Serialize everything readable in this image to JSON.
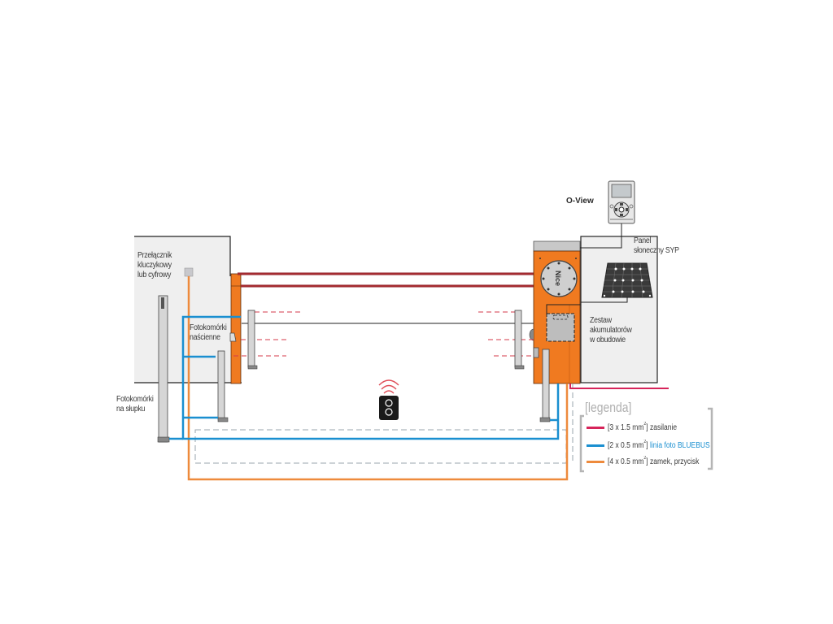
{
  "labels": {
    "key_switch": [
      "Przełącznik",
      "kluczykowy",
      "lub cyfrowy"
    ],
    "wall_photocells": [
      "Fotokomórki",
      "naścienne"
    ],
    "post_photocells": [
      "Fotokomórki",
      "na słupku"
    ],
    "o_view": "O-View",
    "solar_panel": [
      "Panel",
      "słoneczny SYP"
    ],
    "battery_kit": [
      "Zestaw",
      "akumulatorów",
      "w obudowie"
    ],
    "barrier_brand": "Nice"
  },
  "legend": {
    "title": "[legenda]",
    "items": [
      {
        "spec": "[3 x 1.5 mm",
        "sup": "2",
        "spec_end": "]",
        "desc": "zasilanie",
        "desc_color": "#3a3a3a",
        "color": "#d6245a",
        "name": "power"
      },
      {
        "spec": "[2 x 0.5 mm",
        "sup": "2",
        "spec_end": "]",
        "desc": "linia foto BLUEBUS",
        "desc_color": "#1a8fd0",
        "color": "#1a8fd0",
        "name": "bluebus"
      },
      {
        "spec": "[4 x 0.5 mm",
        "sup": "2",
        "spec_end": "]",
        "desc": "zamek, przycisk",
        "desc_color": "#3a3a3a",
        "color": "#ee8a3c",
        "name": "lock-button"
      }
    ]
  },
  "colors": {
    "barrier_orange": "#f07a20",
    "boom_red": "#8c1c24",
    "power_cable": "#d6245a",
    "bluebus_cable": "#1a8fd0",
    "lock_cable": "#ee8a3c",
    "wall_fill": "#efefef",
    "beam_dash": "#d63a4a",
    "remote_wave": "#e0505a"
  }
}
